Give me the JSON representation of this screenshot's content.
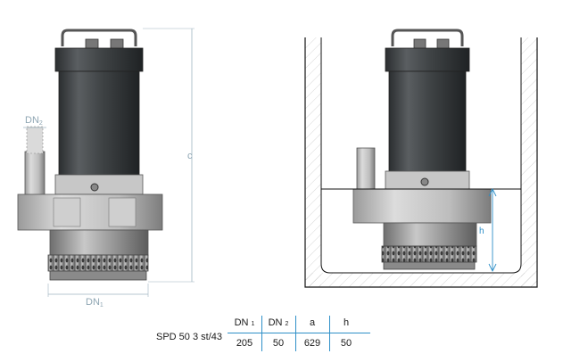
{
  "left_drawing": {
    "dim_dn2": "DN",
    "dim_dn2_sub": "2",
    "dim_c": "c",
    "dim_dn1": "DN",
    "dim_dn1_sub": "1"
  },
  "right_drawing": {
    "dim_h": "h"
  },
  "spec_table": {
    "model": "SPD 50 3 st/43",
    "headers": [
      {
        "main": "DN",
        "sub": "1"
      },
      {
        "main": "DN",
        "sub": "2"
      },
      {
        "main": "a",
        "sub": ""
      },
      {
        "main": "h",
        "sub": ""
      }
    ],
    "values": [
      "205",
      "50",
      "629",
      "50"
    ]
  },
  "colors": {
    "line": "#2e8fc8",
    "dim": "#8fa6b3",
    "motor": "#3c3f41",
    "frame": "#111111"
  }
}
